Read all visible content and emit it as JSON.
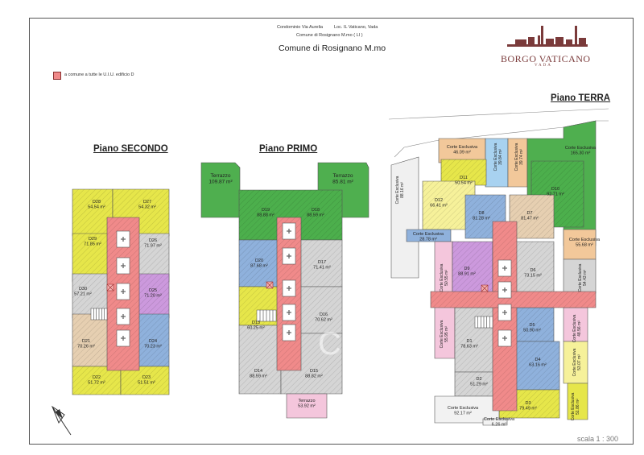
{
  "header": {
    "line1_left": "Condominio Via Aurelia",
    "line1_right": "Loc. IL Vaticano, Vada",
    "line2": "Comune di Rosignano M.mo ( LI )",
    "title": "Comune di Rosignano M.mo"
  },
  "legend": {
    "text": "a comune a tutte le U.I.U. edificio D"
  },
  "brand": {
    "name": "BORGO VATICANO",
    "sub": "VADA"
  },
  "plans": {
    "secondo": "Piano SECONDO",
    "primo": "Piano PRIMO",
    "terra": "Piano TERRA"
  },
  "scale": "scala 1 : 300",
  "watermark": "Casa.it",
  "colors": {
    "yellow": "#e6e64a",
    "green": "#5cc05c",
    "pink": "#f0a0a0",
    "red_common": "#f08a8a",
    "blue": "#8fb1dc",
    "purple": "#cc99dd",
    "tan": "#e6cfb1",
    "gray": "#d5d5d5",
    "orange": "#f2c89a",
    "lightblue": "#a8d2f0",
    "lightpink": "#f4c6dc"
  },
  "units": {
    "D28": {
      "name": "D28",
      "area": "54.54 m²"
    },
    "D27": {
      "name": "D27",
      "area": "54.32 m²"
    },
    "D29": {
      "name": "D29",
      "area": "71.85 m²"
    },
    "D26": {
      "name": "D26",
      "area": "71.97 m²"
    },
    "D30": {
      "name": "D30",
      "area": "57.21 m²"
    },
    "D25": {
      "name": "D25",
      "area": "71.20 m²"
    },
    "D21": {
      "name": "D21",
      "area": "70.26 m²"
    },
    "D24": {
      "name": "D24",
      "area": "70.23 m²"
    },
    "D22": {
      "name": "D22",
      "area": "51.72 m²"
    },
    "D23": {
      "name": "D23",
      "area": "51.51 m²"
    },
    "TL": {
      "name": "Terrazzo",
      "area": "109.87 m²"
    },
    "TR": {
      "name": "Terrazzo",
      "area": "85.81 m²"
    },
    "D19": {
      "name": "D19",
      "area": "88.88 m²"
    },
    "D18": {
      "name": "D18",
      "area": "88.59 m²"
    },
    "D20": {
      "name": "D20",
      "area": "87.68 m²"
    },
    "D17": {
      "name": "D17",
      "area": "71.41 m²"
    },
    "D13": {
      "name": "D13",
      "area": "60.25 m²"
    },
    "D16": {
      "name": "D16",
      "area": "70.62 m²"
    },
    "D14": {
      "name": "D14",
      "area": "88.59 m²"
    },
    "D15": {
      "name": "D15",
      "area": "88.82 m²"
    },
    "TB": {
      "name": "Terrazzo",
      "area": "53.92 m²"
    },
    "CE1": {
      "name": "Corte Esclusiva",
      "area": "46.09 m²"
    },
    "CE2": {
      "name": "Corte Esclusiva",
      "area": "39.84 m²"
    },
    "CE3": {
      "name": "Corte Esclusiva",
      "area": "39.74 m²"
    },
    "CE4": {
      "name": "Corte Esclusiva",
      "area": "165.30 m²"
    },
    "CE5": {
      "name": "Corte Esclusiva",
      "area": "88.16 m²"
    },
    "D11": {
      "name": "D11",
      "area": "50.54 m²"
    },
    "D12": {
      "name": "D12",
      "area": "66.41 m²"
    },
    "D10": {
      "name": "D10",
      "area": "92.71 m²"
    },
    "D8": {
      "name": "D8",
      "area": "81.28 m²"
    },
    "D7": {
      "name": "D7",
      "area": "81.47 m²"
    },
    "CE6": {
      "name": "Corte Esclusiva",
      "area": "28.78 m²"
    },
    "CE7": {
      "name": "Corte Esclusiva",
      "area": "55.68 m²"
    },
    "CE8": {
      "name": "Corte Esclusiva",
      "area": "50.55 m²"
    },
    "D9": {
      "name": "D9",
      "area": "88.91 m²"
    },
    "D6": {
      "name": "D6",
      "area": "73.15 m²"
    },
    "CE9": {
      "name": "Corte Esclusiva",
      "area": "54.43 m²"
    },
    "CE10": {
      "name": "Corte Esclusiva",
      "area": "55.95 m²"
    },
    "D1": {
      "name": "D1",
      "area": "78.63 m²"
    },
    "D5": {
      "name": "D5",
      "area": "50.90 m²"
    },
    "CE11": {
      "name": "Corte Esclusiva",
      "area": "48.56 m²"
    },
    "D4": {
      "name": "D4",
      "area": "63.16 m²"
    },
    "CE12": {
      "name": "Corte Esclusiva",
      "area": "53.07 m²"
    },
    "D2": {
      "name": "D2",
      "area": "51.29 m²"
    },
    "D3": {
      "name": "D3",
      "area": "79.49 m²"
    },
    "CE13": {
      "name": "Corte Esclusiva",
      "area": "51.86 m²"
    },
    "CE14": {
      "name": "Corte Esclusiva",
      "area": "92.17 m²"
    },
    "CE15": {
      "name": "Corte Esclusiva",
      "area": "6.26 m²"
    }
  }
}
